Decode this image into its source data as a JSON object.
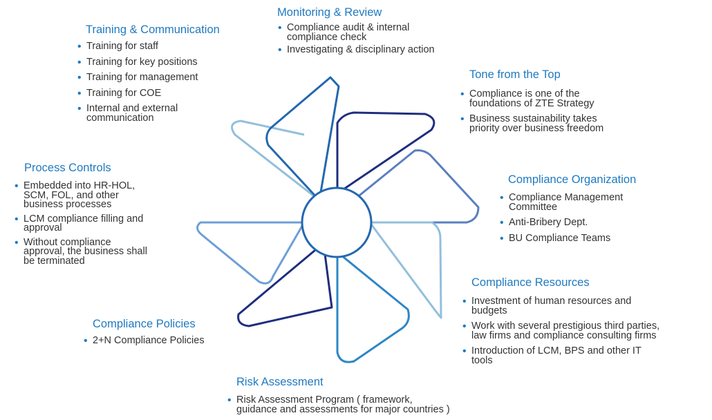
{
  "colors": {
    "heading": "#1f7ac0",
    "bullet": "#1f7ac0",
    "text": "#333333",
    "blade_dark": "#1f2e7f",
    "blade_mid": "#2268b0",
    "blade_blue": "#2e86c6",
    "blade_steel": "#5a7fc0",
    "blade_light": "#93bfdb",
    "blade_sky": "#6d9fd6",
    "blade_deep": "#1a5c9e"
  },
  "sections": [
    {
      "id": "monitoring",
      "title": "Monitoring & Review",
      "items": [
        [
          "Compliance audit & internal",
          "compliance check"
        ],
        [
          "Investigating & disciplinary action"
        ]
      ]
    },
    {
      "id": "training",
      "title": "Training & Communication",
      "items": [
        [
          "Training for staff"
        ],
        [
          "Training for key positions"
        ],
        [
          "Training for management"
        ],
        [
          "Training for COE"
        ],
        [
          "Internal and external",
          "communication"
        ]
      ]
    },
    {
      "id": "tone",
      "title": "Tone from the Top",
      "items": [
        [
          "Compliance is one of the",
          "foundations of ZTE Strategy"
        ],
        [
          "Business sustainability takes",
          "priority over business freedom"
        ]
      ]
    },
    {
      "id": "process",
      "title": "Process Controls",
      "items": [
        [
          "Embedded into HR-HOL,",
          "SCM, FOL, and other",
          "business processes"
        ],
        [
          "LCM compliance filling and",
          "approval"
        ],
        [
          "Without compliance",
          "approval, the business shall",
          "be terminated"
        ]
      ]
    },
    {
      "id": "organization",
      "title": "Compliance Organization",
      "items": [
        [
          "Compliance Management",
          "Committee"
        ],
        [
          "Anti-Bribery Dept."
        ],
        [
          "BU Compliance Teams"
        ]
      ]
    },
    {
      "id": "resources",
      "title": "Compliance Resources",
      "items": [
        [
          "Investment of human resources and",
          "budgets"
        ],
        [
          "Work with several prestigious third parties,",
          "law firms and compliance consulting firms"
        ],
        [
          "Introduction of LCM, BPS and other IT",
          "tools"
        ]
      ]
    },
    {
      "id": "policies",
      "title": "Compliance Policies",
      "items": [
        [
          "2+N Compliance Policies"
        ]
      ]
    },
    {
      "id": "risk",
      "title": "Risk Assessment",
      "items": [
        [
          "Risk Assessment Program ( framework,",
          "guidance and assessments for major countries )"
        ]
      ]
    }
  ]
}
